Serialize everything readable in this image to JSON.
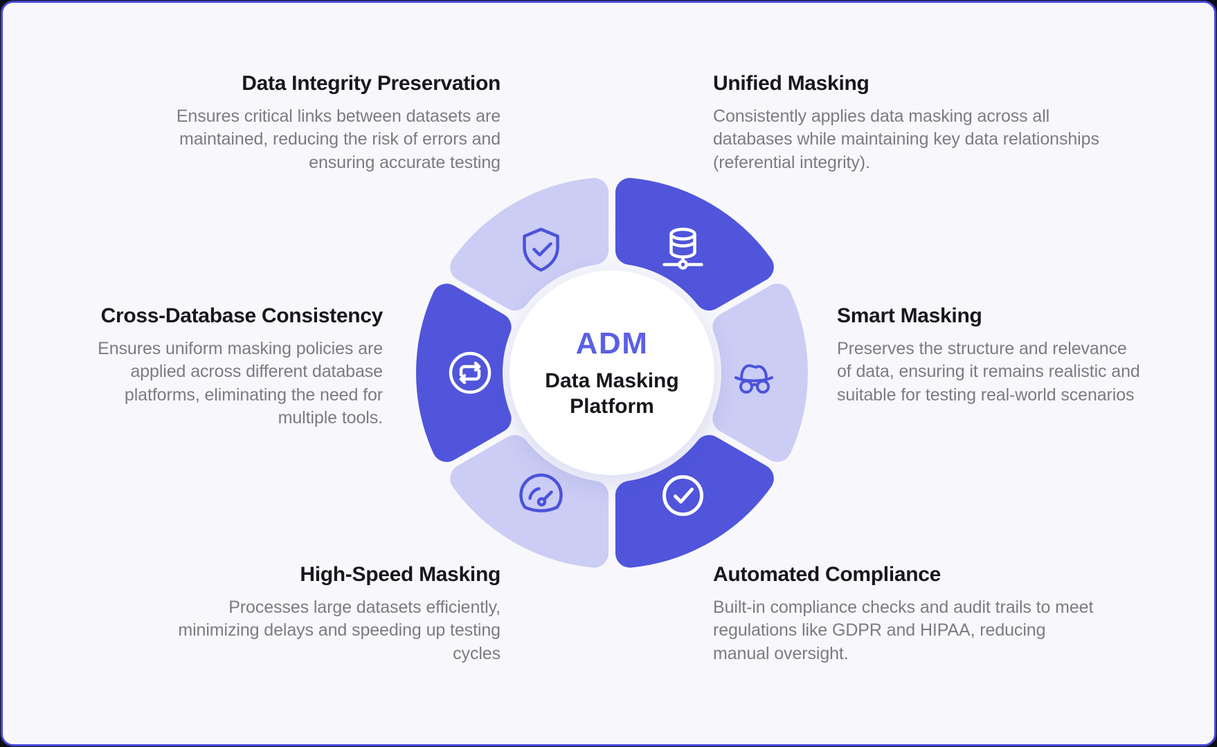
{
  "center": {
    "abbr": "ADM",
    "name_line1": "Data Masking",
    "name_line2": "Platform"
  },
  "features": [
    {
      "title": "Data Integrity Preservation",
      "description": "Ensures critical links between datasets are maintained, reducing the risk of errors and ensuring accurate testing",
      "icon": "shield-check-icon",
      "petal": "top-left",
      "variant": "light"
    },
    {
      "title": "Unified Masking",
      "description": "Consistently applies data masking across all databases while maintaining key data relationships (referential integrity).",
      "icon": "database-network-icon",
      "petal": "top-right",
      "variant": "dark"
    },
    {
      "title": "Cross-Database Consistency",
      "description": "Ensures uniform masking policies are applied across different database platforms, eliminating the need for multiple tools.",
      "icon": "sync-icon",
      "petal": "left",
      "variant": "dark"
    },
    {
      "title": "Smart Masking",
      "description": "Preserves the structure and relevance of data, ensuring it remains realistic and suitable for testing real-world scenarios",
      "icon": "incognito-icon",
      "petal": "right",
      "variant": "light"
    },
    {
      "title": "High-Speed Masking",
      "description": "Processes large datasets efficiently, minimizing delays and speeding up testing cycles",
      "icon": "gauge-icon",
      "petal": "bottom-left",
      "variant": "light"
    },
    {
      "title": "Automated Compliance",
      "description": "Built-in compliance checks and audit trails to meet regulations like GDPR and HIPAA, reducing manual oversight.",
      "icon": "check-circle-icon",
      "petal": "bottom-right",
      "variant": "dark"
    }
  ],
  "colors": {
    "petal_dark": "#5055db",
    "petal_light": "#cbcdf4",
    "icon_on_light": "#4b53dc",
    "icon_on_dark": "#ffffff",
    "accent_text": "#5a60e4",
    "title_text": "#17171c",
    "body_text": "#7b7b80",
    "background": "#f8f8fc",
    "card_border": "#4448d8"
  }
}
